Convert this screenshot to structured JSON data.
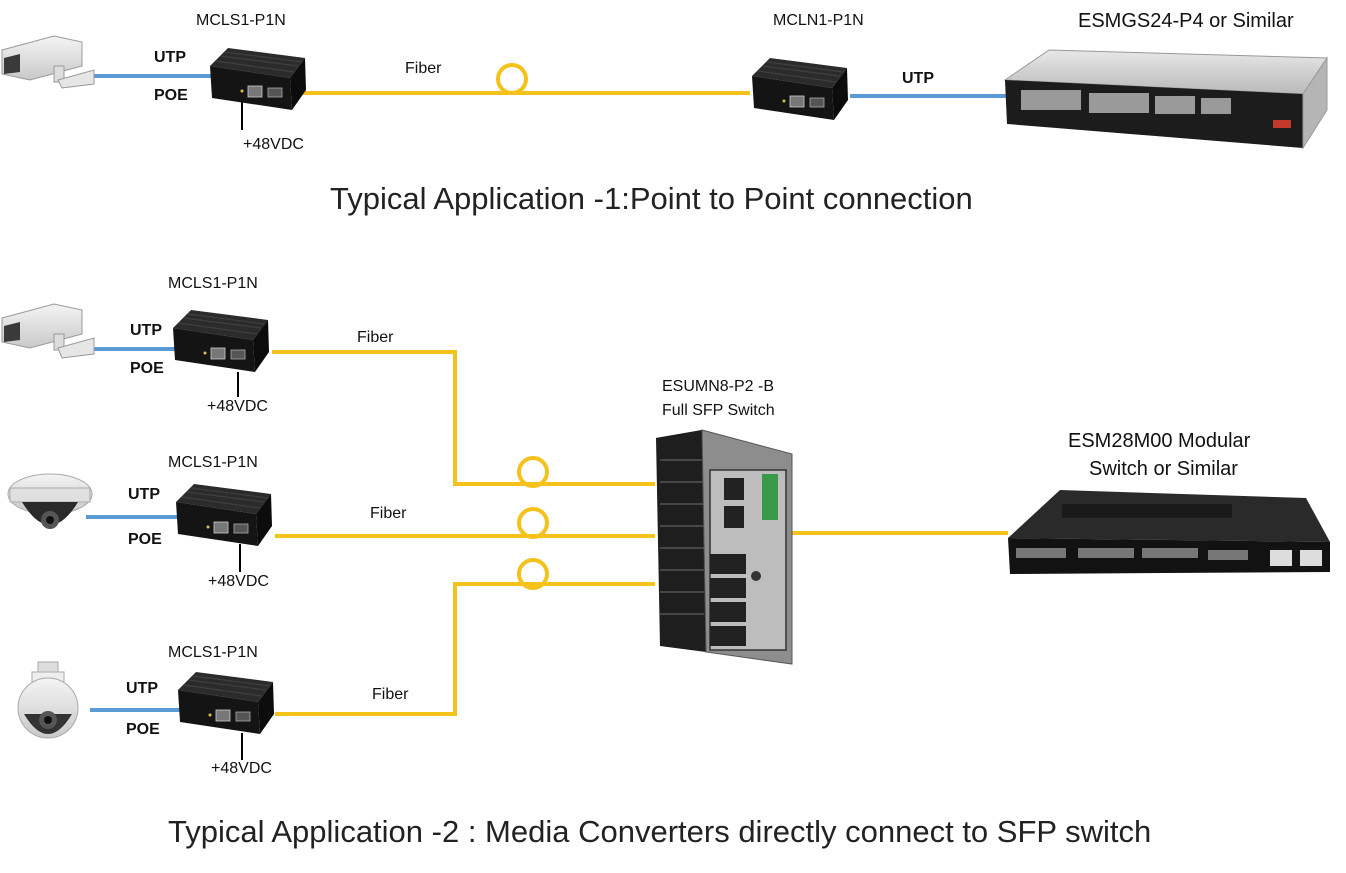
{
  "colors": {
    "fiber": "#F5C21B",
    "utp": "#5B9BD5",
    "device_dark": "#1c1c1c",
    "background": "#ffffff"
  },
  "app1": {
    "title": "Typical Application -1:Point to Point connection",
    "converter_left": "MCLS1-P1N",
    "converter_right": "MCLN1-P1N",
    "switch": "ESMGS24-P4 or Similar",
    "utp_left": "UTP",
    "poe_left": "POE",
    "power": "+48VDC",
    "fiber": "Fiber",
    "utp_right": "UTP"
  },
  "app2": {
    "title": "Typical Application -2 : Media Converters directly connect to SFP switch",
    "rows": [
      {
        "converter": "MCLS1-P1N",
        "utp": "UTP",
        "poe": "POE",
        "power": "+48VDC",
        "fiber": "Fiber",
        "camera": "box-camera-icon"
      },
      {
        "converter": "MCLS1-P1N",
        "utp": "UTP",
        "poe": "POE",
        "power": "+48VDC",
        "fiber": "Fiber",
        "camera": "dome-camera-icon"
      },
      {
        "converter": "MCLS1-P1N",
        "utp": "UTP",
        "poe": "POE",
        "power": "+48VDC",
        "fiber": "Fiber",
        "camera": "ptz-camera-icon"
      }
    ],
    "sfp_switch_line1": "ESUMN8-P2 -B",
    "sfp_switch_line2": "Full SFP Switch",
    "modular_line1": "ESM28M00 Modular",
    "modular_line2": "Switch or Similar"
  }
}
